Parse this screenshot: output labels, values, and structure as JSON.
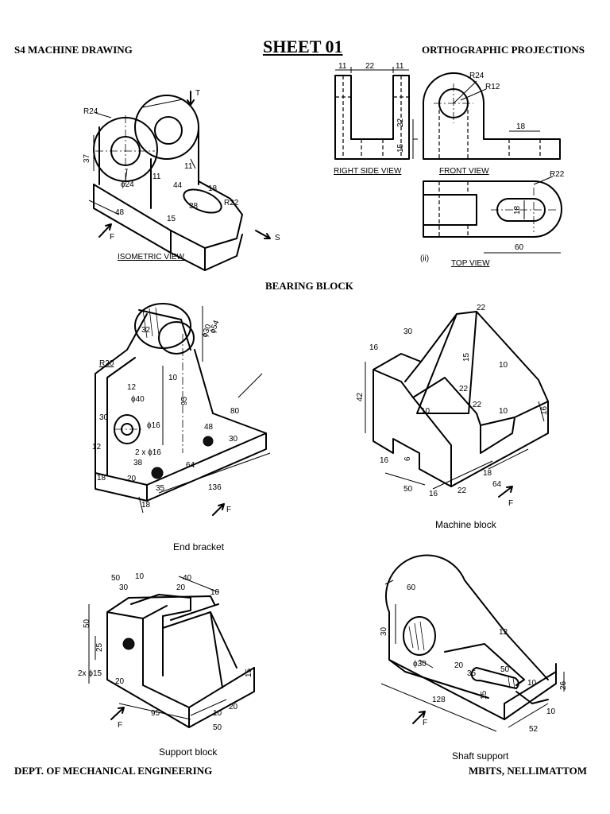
{
  "header": {
    "left": "S4 MACHINE DRAWING",
    "title": "SHEET 01",
    "right": "ORTHOGRAPHIC PROJECTIONS"
  },
  "footer": {
    "left": "DEPT. OF MECHANICAL ENGINEERING",
    "right": "MBITS, NELLIMATTOM"
  },
  "bearing_block": {
    "section_title": "BEARING BLOCK",
    "isometric": {
      "caption": "ISOMETRIC VIEW",
      "dims": {
        "r24": "R24",
        "d37": "37",
        "phi24": "ϕ24",
        "d11a": "11",
        "d11b": "11",
        "d44": "44",
        "d38": "38",
        "d18": "18",
        "r22": "R22",
        "d15": "15",
        "d48": "48"
      },
      "arrows": {
        "t": "T",
        "f": "F",
        "s": "S"
      }
    },
    "right_side": {
      "caption": "RIGHT SIDE VIEW",
      "dims": {
        "d11a": "11",
        "d22": "22",
        "d11b": "11",
        "d22v": "22",
        "d15v": "15"
      }
    },
    "front": {
      "caption": "FRONT VIEW",
      "dims": {
        "r24": "R24",
        "r12": "R12",
        "d18": "18"
      }
    },
    "top": {
      "caption": "TOP VIEW",
      "label": "(ii)",
      "dims": {
        "r22": "R22",
        "d18": "18",
        "d60": "60"
      }
    }
  },
  "end_bracket": {
    "caption": "End bracket",
    "dims": {
      "d32": "32",
      "phi30": "ϕ30",
      "phi54": "ϕ54",
      "r20": "R20",
      "d12a": "12",
      "d10": "10",
      "phi40": "ϕ40",
      "d95": "95",
      "d80": "80",
      "d30a": "30",
      "phi16": "ϕ16",
      "d12b": "12",
      "d48": "48",
      "d30b": "30",
      "holes": "2 x ϕ16",
      "d38": "38",
      "d20": "20",
      "d64": "64",
      "d35": "35",
      "d18a": "18",
      "d18b": "18",
      "d136": "136",
      "f": "F"
    }
  },
  "machine_block": {
    "caption": "Machine block",
    "dims": {
      "d16a": "16",
      "d30": "30",
      "d22a": "22",
      "d15": "15",
      "d10a": "10",
      "d42": "42",
      "d22b": "22",
      "d10b": "10",
      "d22c": "22",
      "d10c": "10",
      "d16b": "16",
      "d16c": "16",
      "d6": "6",
      "d18": "18",
      "d50": "50",
      "d16d": "16",
      "d22d": "22",
      "d64": "64",
      "f": "F"
    }
  },
  "support_block": {
    "caption": "Support block",
    "dims": {
      "d50a": "50",
      "d30": "30",
      "d10a": "10",
      "d40": "40",
      "d20a": "20",
      "d10b": "10",
      "d50v": "50",
      "d25": "25",
      "holes": "2x ϕ15",
      "d20b": "20",
      "d15": "15",
      "d95": "95",
      "d10c": "10",
      "d20c": "20",
      "d50b": "50",
      "f": "F"
    }
  },
  "shaft_support": {
    "caption": "Shaft support",
    "dims": {
      "d60": "60",
      "d30": "30",
      "phi30": "ϕ30",
      "d12": "12",
      "d20": "20",
      "d35": "35",
      "d50": "50",
      "d10a": "10",
      "d128": "128",
      "d15": "15",
      "d26": "26",
      "d10b": "10",
      "d52": "52",
      "f": "F"
    }
  }
}
